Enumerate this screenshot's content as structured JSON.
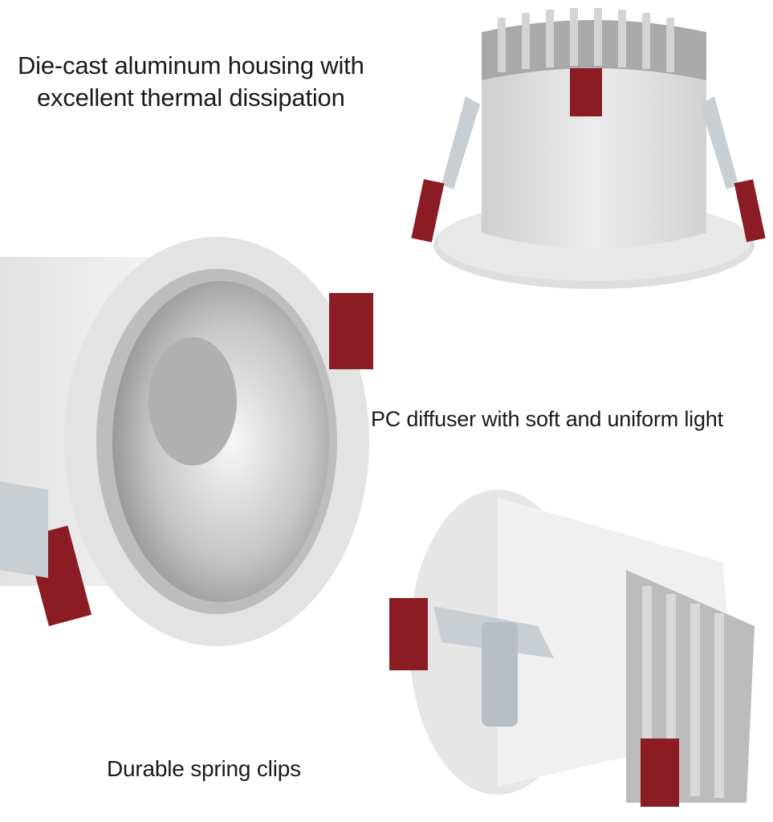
{
  "captions": {
    "housing_line1": "Die-cast aluminum housing with",
    "housing_line2": "excellent thermal dissipation",
    "diffuser": "PC diffuser with soft and uniform light",
    "clips": "Durable spring clips"
  },
  "colors": {
    "body_white": "#e6e6e6",
    "clip_red": "#8b1c24",
    "fin_gray": "#bcbcbc",
    "metal": "#c9ced3"
  }
}
